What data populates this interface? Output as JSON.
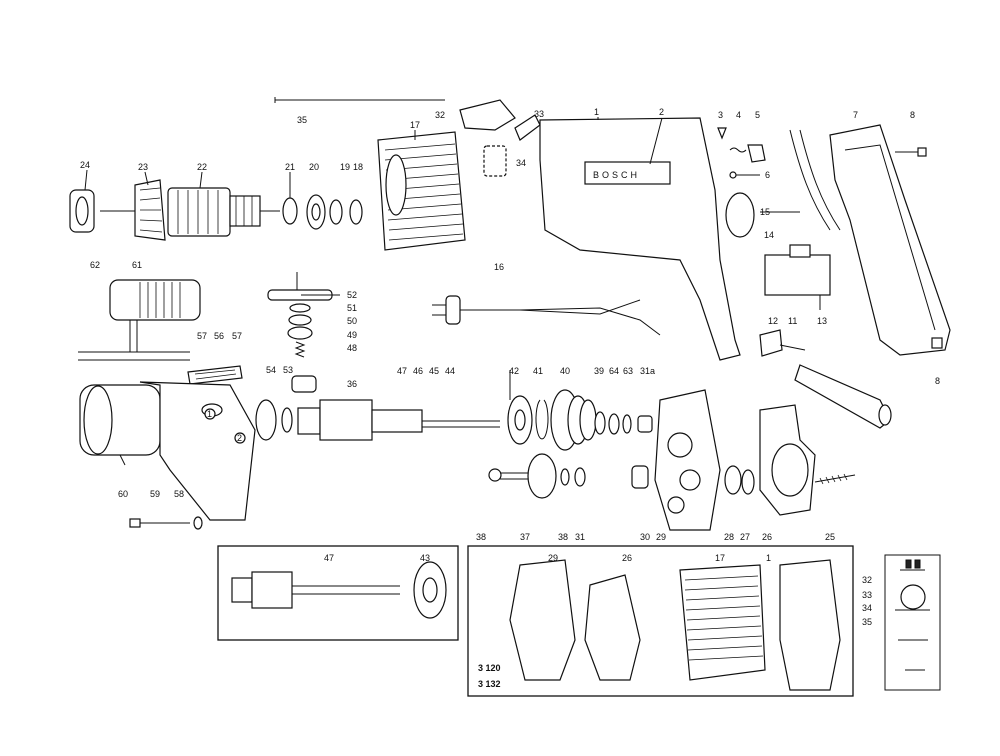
{
  "brand_lettering": "BOSCH",
  "model_numbers": [
    "3 120",
    "3 132"
  ],
  "labels": {
    "p1": "1",
    "p2": "2",
    "p3": "3",
    "p4": "4",
    "p5": "5",
    "p6": "6",
    "p7": "7",
    "p8": "8",
    "p8b": "8",
    "p11": "11",
    "p12": "12",
    "p13": "13",
    "p14": "14",
    "p15": "15",
    "p16": "16",
    "p17": "17",
    "p18": "18",
    "p19": "19",
    "p20": "20",
    "p21": "21",
    "p22": "22",
    "p23": "23",
    "p24": "24",
    "p25": "25",
    "p26": "26",
    "p27": "27",
    "p28": "28",
    "p29": "29",
    "p30": "30",
    "p31": "31",
    "p31a": "31a",
    "p32": "32",
    "p33": "33",
    "p34": "34",
    "p35": "35",
    "p36": "36",
    "p37": "37",
    "p38": "38",
    "p38b": "38",
    "p39": "39",
    "p40": "40",
    "p41": "41",
    "p42": "42",
    "p43": "43",
    "p44": "44",
    "p45": "45",
    "p46": "46",
    "p47": "47",
    "p48": "48",
    "p49": "49",
    "p50": "50",
    "p51": "51",
    "p52": "52",
    "p53": "53",
    "p54": "54",
    "p56": "56",
    "p57": "57",
    "p57b": "57",
    "p58": "58",
    "p59": "59",
    "p60": "60",
    "p61": "61",
    "p62": "62",
    "p63": "63",
    "p64": "64",
    "circ1": "1",
    "circ2": "2",
    "inset_47": "47",
    "inset_43": "43",
    "inset_29": "29",
    "inset_26": "26",
    "inset_17": "17",
    "inset_1": "1",
    "circuit_32": "32",
    "circuit_33": "33",
    "circuit_34": "34",
    "circuit_35": "35"
  }
}
